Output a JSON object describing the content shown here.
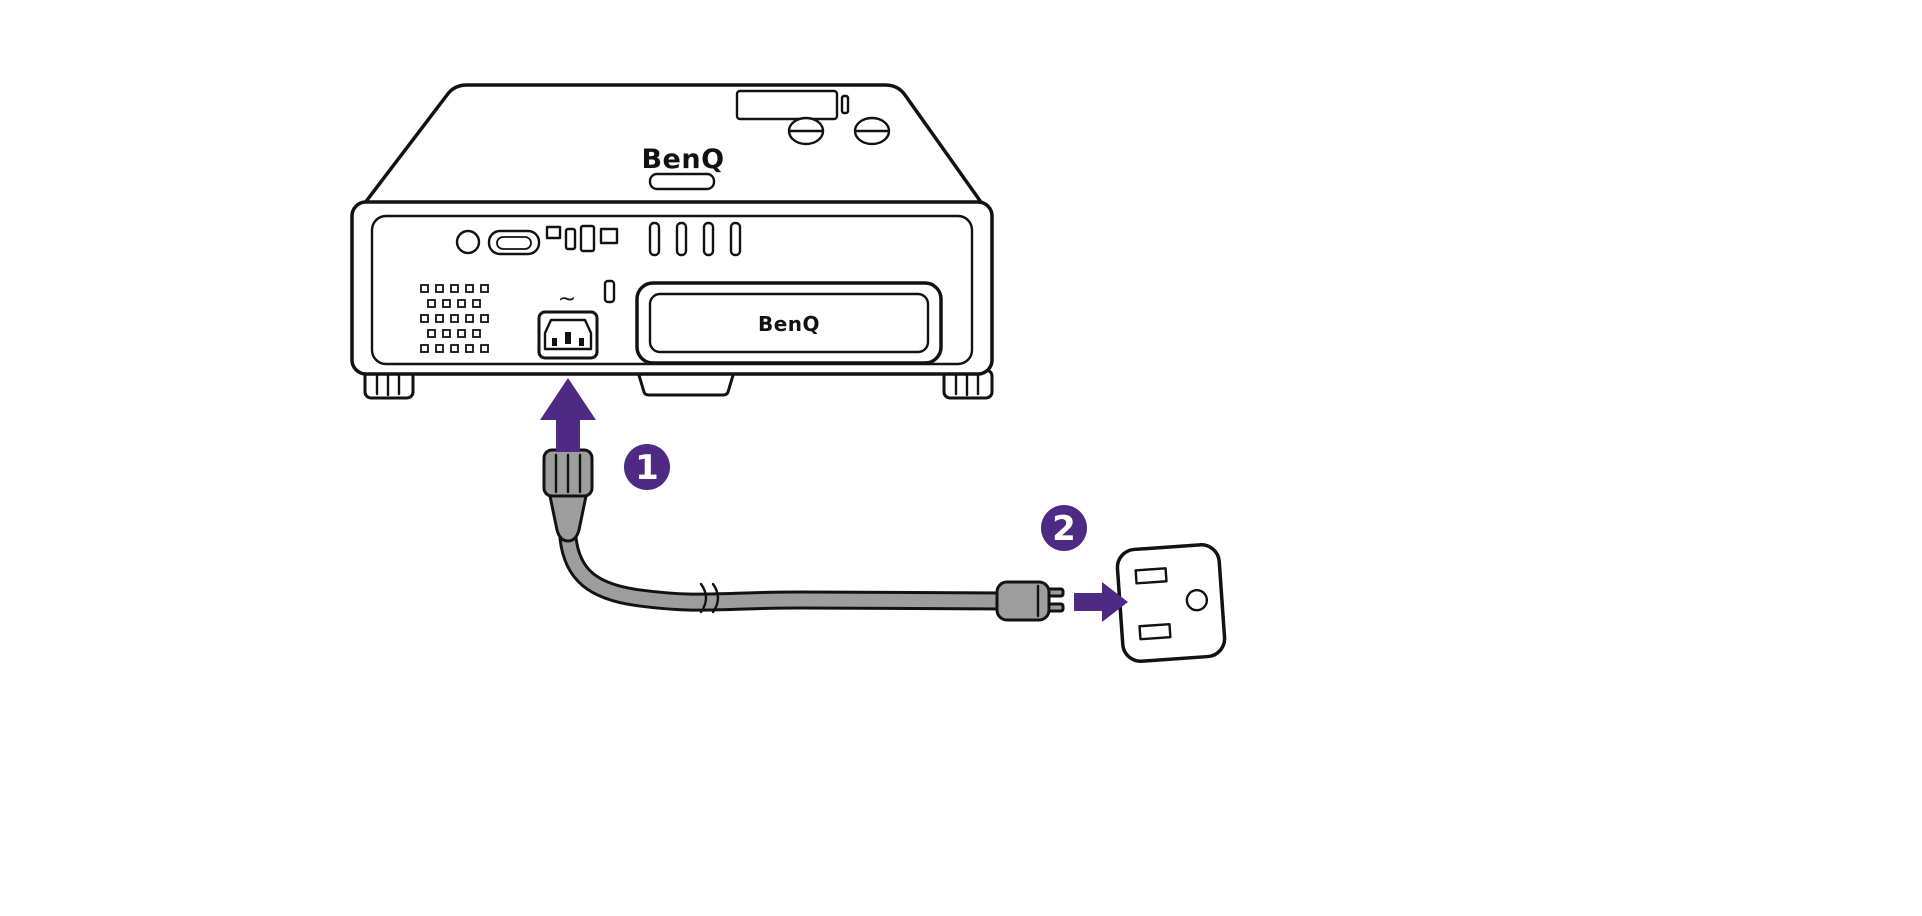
{
  "projector": {
    "top_logo": "BenQ",
    "lamp_cover_logo": "BenQ",
    "ac_inlet_symbol": "~"
  },
  "steps": [
    {
      "number": "1"
    },
    {
      "number": "2"
    }
  ],
  "colors": {
    "accent_purple": "#4E2A84",
    "cable_gray": "#9D9D9D",
    "outline": "#121212"
  }
}
